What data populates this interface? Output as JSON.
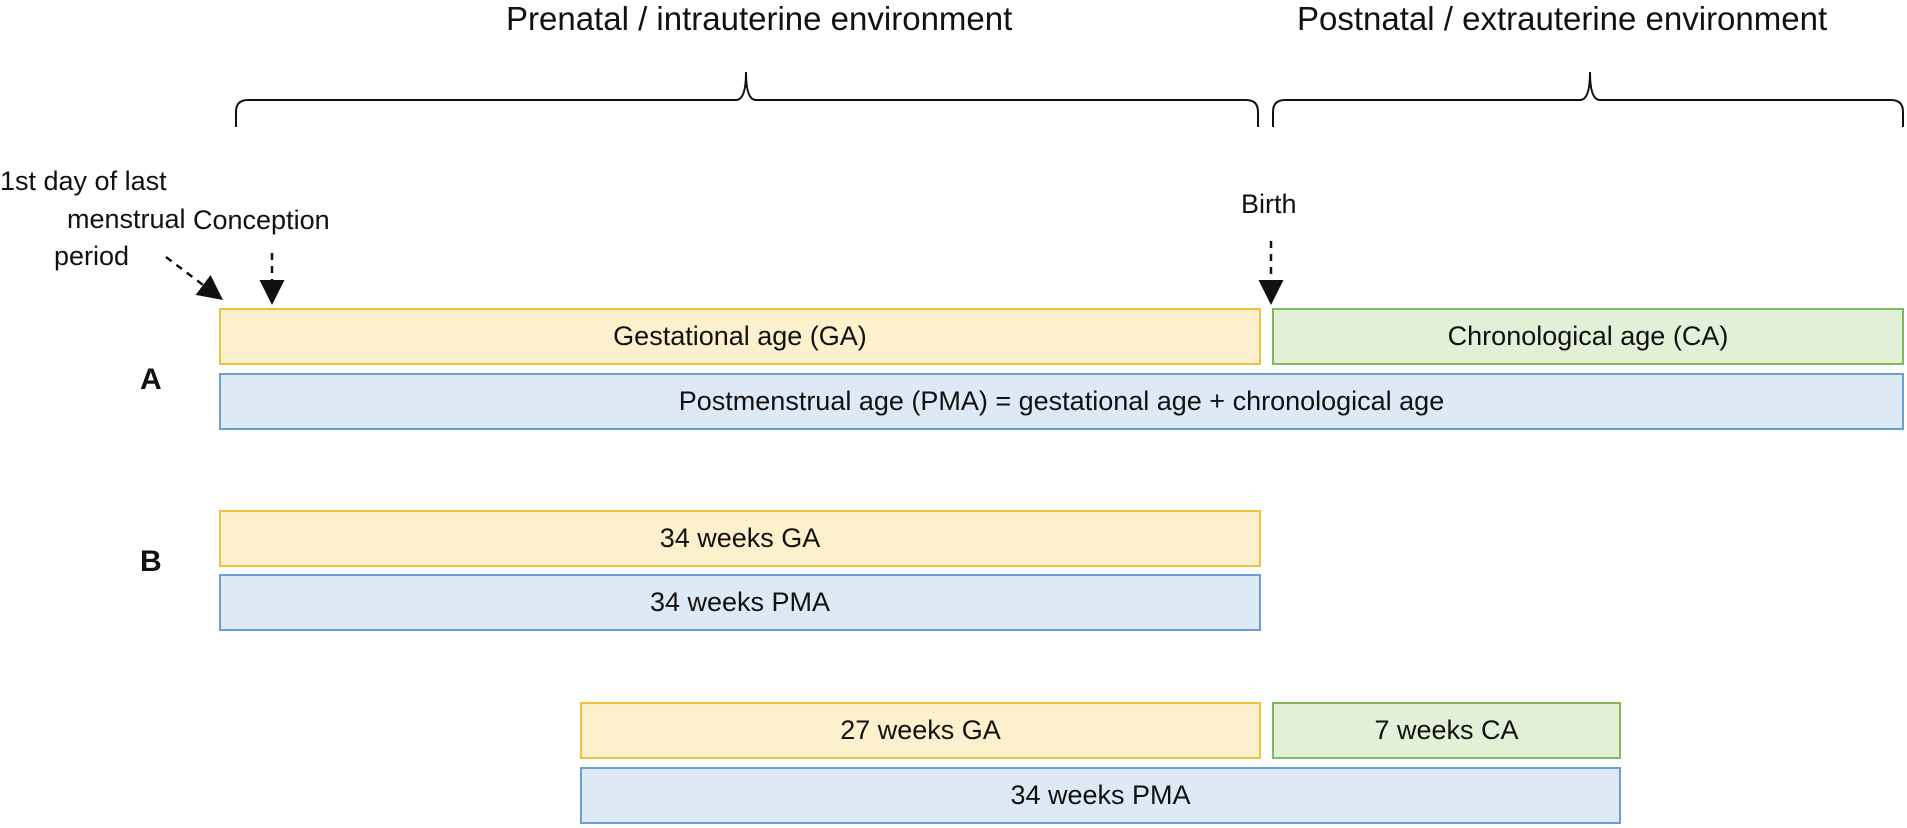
{
  "headers": {
    "prenatal": "Prenatal / intrauterine environment",
    "postnatal": "Postnatal / extrauterine environment"
  },
  "annotations": {
    "lmp_line1": "1st day of last",
    "lmp_line2": "menstrual",
    "lmp_line3": "period",
    "conception": "Conception",
    "birth": "Birth"
  },
  "section_a": {
    "label": "A",
    "ga": "Gestational age (GA)",
    "ca": "Chronological age (CA)",
    "pma": "Postmenstrual age (PMA) = gestational age + chronological age"
  },
  "section_b": {
    "label": "B",
    "example1": {
      "ga": "34 weeks GA",
      "pma": "34 weeks PMA"
    },
    "example2": {
      "ga": "27 weeks GA",
      "ca": "7 weeks CA",
      "pma": "34 weeks PMA"
    }
  },
  "colors": {
    "ga_fill": "#fdf0cc",
    "ga_border": "#f0c040",
    "ca_fill": "#e3f0d8",
    "ca_border": "#7fba5c",
    "pma_fill": "#dde9f5",
    "pma_border": "#6a9fd6"
  }
}
